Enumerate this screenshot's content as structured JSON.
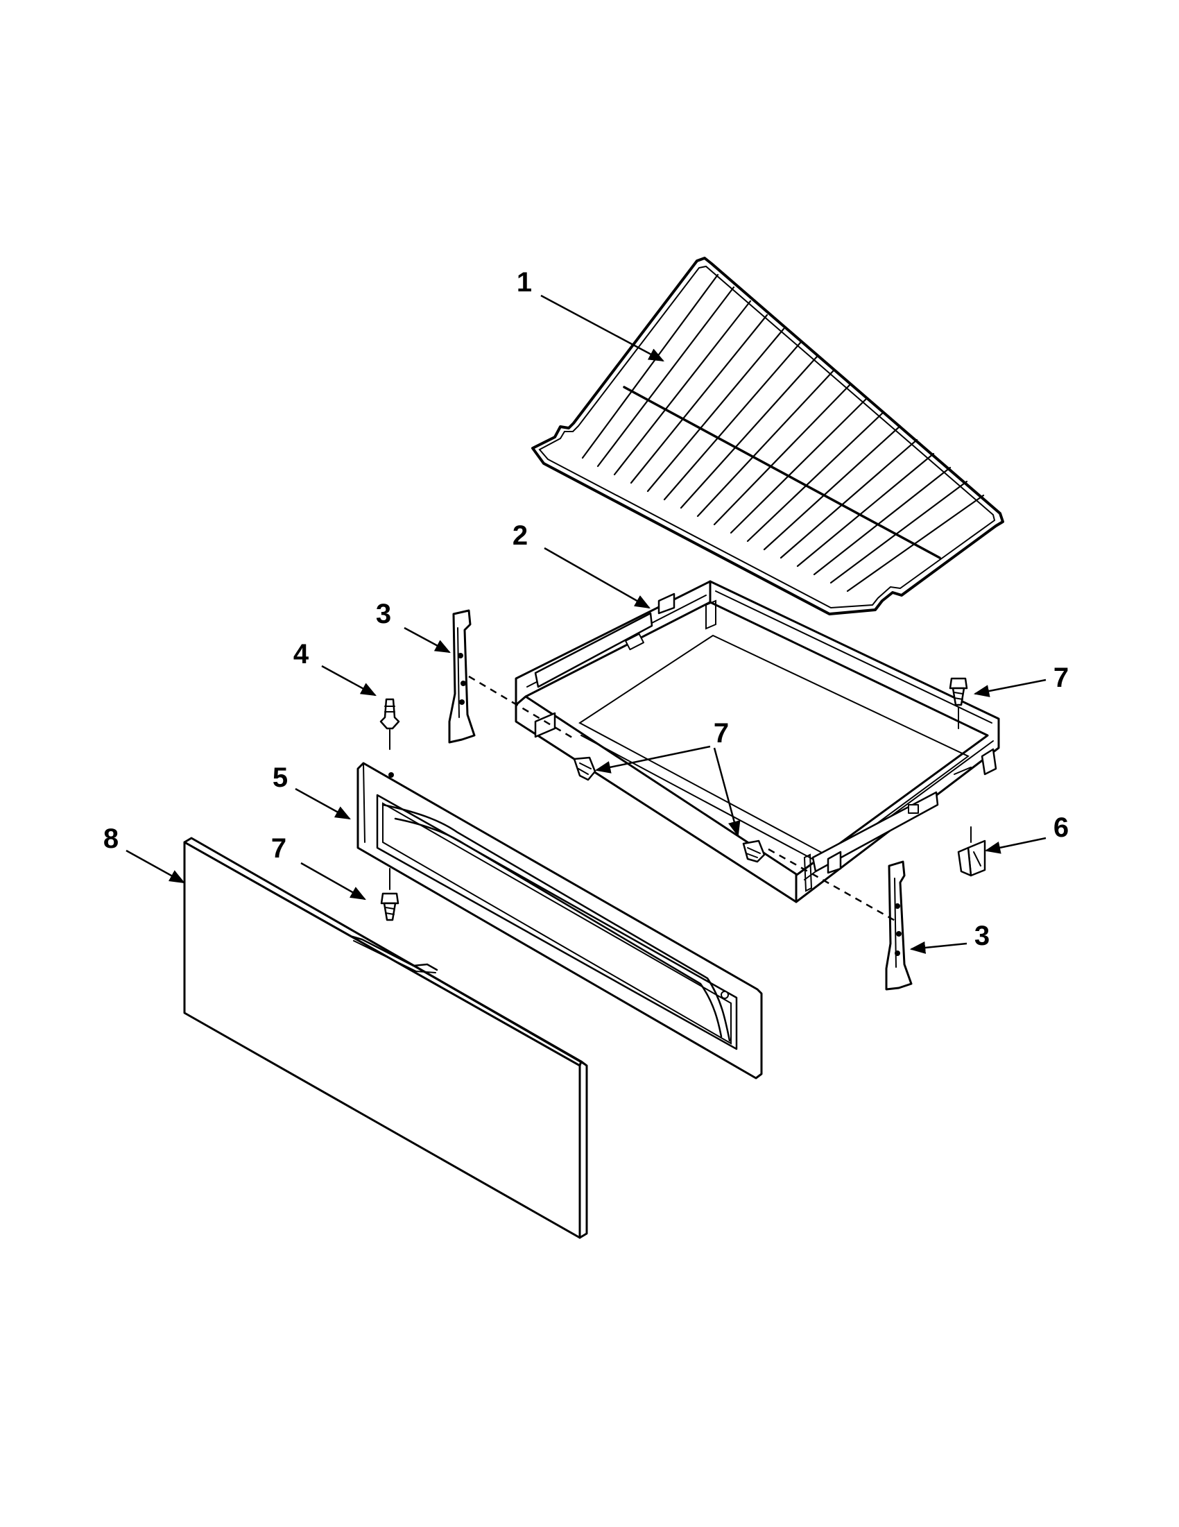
{
  "diagram": {
    "callouts": [
      {
        "id": "c1",
        "label": "1",
        "part": "oven-rack"
      },
      {
        "id": "c2",
        "label": "2",
        "part": "drawer-body"
      },
      {
        "id": "c3a",
        "label": "3",
        "part": "drawer-slide-left"
      },
      {
        "id": "c3b",
        "label": "3",
        "part": "drawer-slide-right"
      },
      {
        "id": "c4",
        "label": "4",
        "part": "plug-button"
      },
      {
        "id": "c5",
        "label": "5",
        "part": "drawer-front-liner"
      },
      {
        "id": "c6",
        "label": "6",
        "part": "clip"
      },
      {
        "id": "c7a",
        "label": "7",
        "part": "screw-top-right"
      },
      {
        "id": "c7b",
        "label": "7",
        "part": "screws-drawer"
      },
      {
        "id": "c7c",
        "label": "7",
        "part": "screw-front"
      },
      {
        "id": "c8",
        "label": "8",
        "part": "drawer-front-panel"
      }
    ]
  }
}
